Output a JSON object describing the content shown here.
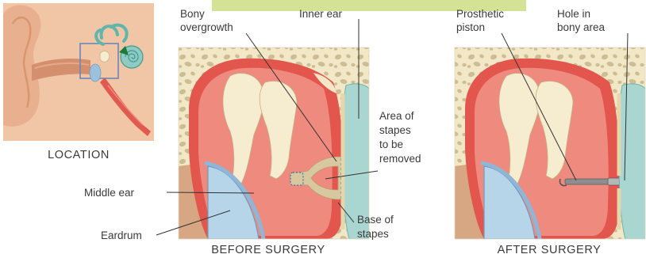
{
  "location_panel": {
    "caption": "LOCATION"
  },
  "before_panel": {
    "caption": "BEFORE SURGERY",
    "labels": {
      "bony_overgrowth": [
        "Bony",
        "overgrowth"
      ],
      "inner_ear": "Inner ear",
      "area_of_stapes": [
        "Area of",
        "stapes",
        "to be",
        "removed"
      ],
      "middle_ear": "Middle ear",
      "eardrum": "Eardrum",
      "base_of_stapes": [
        "Base of",
        "stapes"
      ]
    }
  },
  "after_panel": {
    "caption": "AFTER SURGERY",
    "labels": {
      "prosthetic_piston": [
        "Prosthetic",
        "piston"
      ],
      "hole_in_bony_area": [
        "Hole in",
        "bony area"
      ]
    }
  },
  "colors": {
    "bone": "#f2e7c6",
    "bone_spots": "#cdbd92",
    "middle_ear": "#ee8a7e",
    "cavity_red": "#e3564e",
    "ossicle": "#f6ecd0",
    "inner_ear": "#a9d6d1",
    "eardrum": "#b7d5e8",
    "canal": "#d7a682",
    "leader_line": "#333333",
    "top_banner": "#d3e294"
  }
}
